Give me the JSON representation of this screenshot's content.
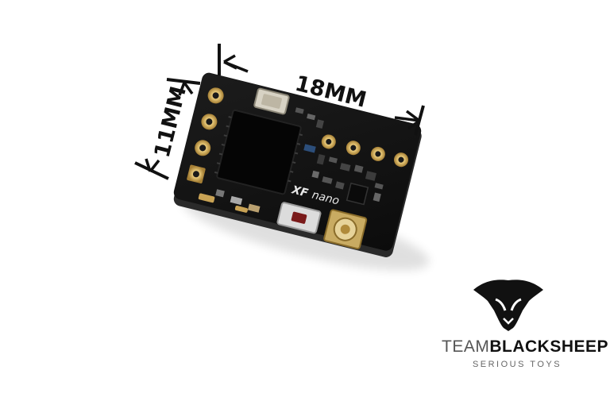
{
  "product": {
    "silkscreen_logo": "XF",
    "silkscreen_model": "nano"
  },
  "dimensions": {
    "width_label": "18MM",
    "height_label": "11MM"
  },
  "brand": {
    "name_part1": "TEAM",
    "name_part2": "BLACKSHEEP",
    "tagline": "SERIOUS TOYS"
  },
  "colors": {
    "pcb": "#121212",
    "gold_pad": "#c9a355",
    "background": "#ffffff",
    "brand_dark": "#111111"
  }
}
